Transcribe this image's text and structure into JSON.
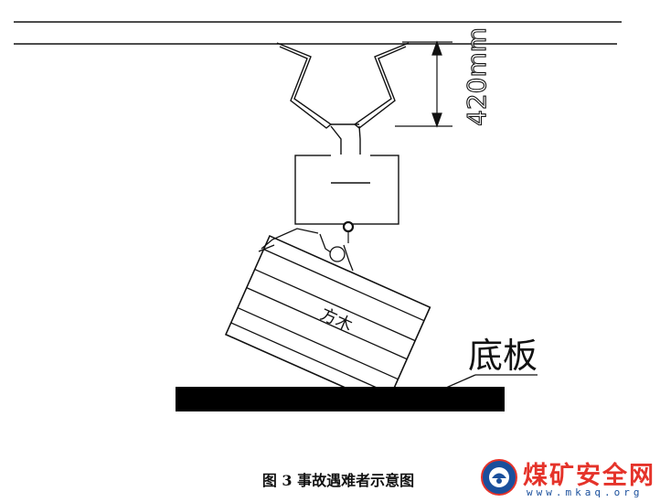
{
  "labels": {
    "dimension": "420mm",
    "wood": "方木",
    "floor": "底板"
  },
  "caption": "图 3  事故遇难者示意图",
  "logo": {
    "icon": "miner-helmet-icon",
    "name": "煤矿安全网",
    "url": "www.mkaq.org",
    "colors": {
      "primary": "#e5332a",
      "secondary": "#1a4f9c"
    }
  }
}
